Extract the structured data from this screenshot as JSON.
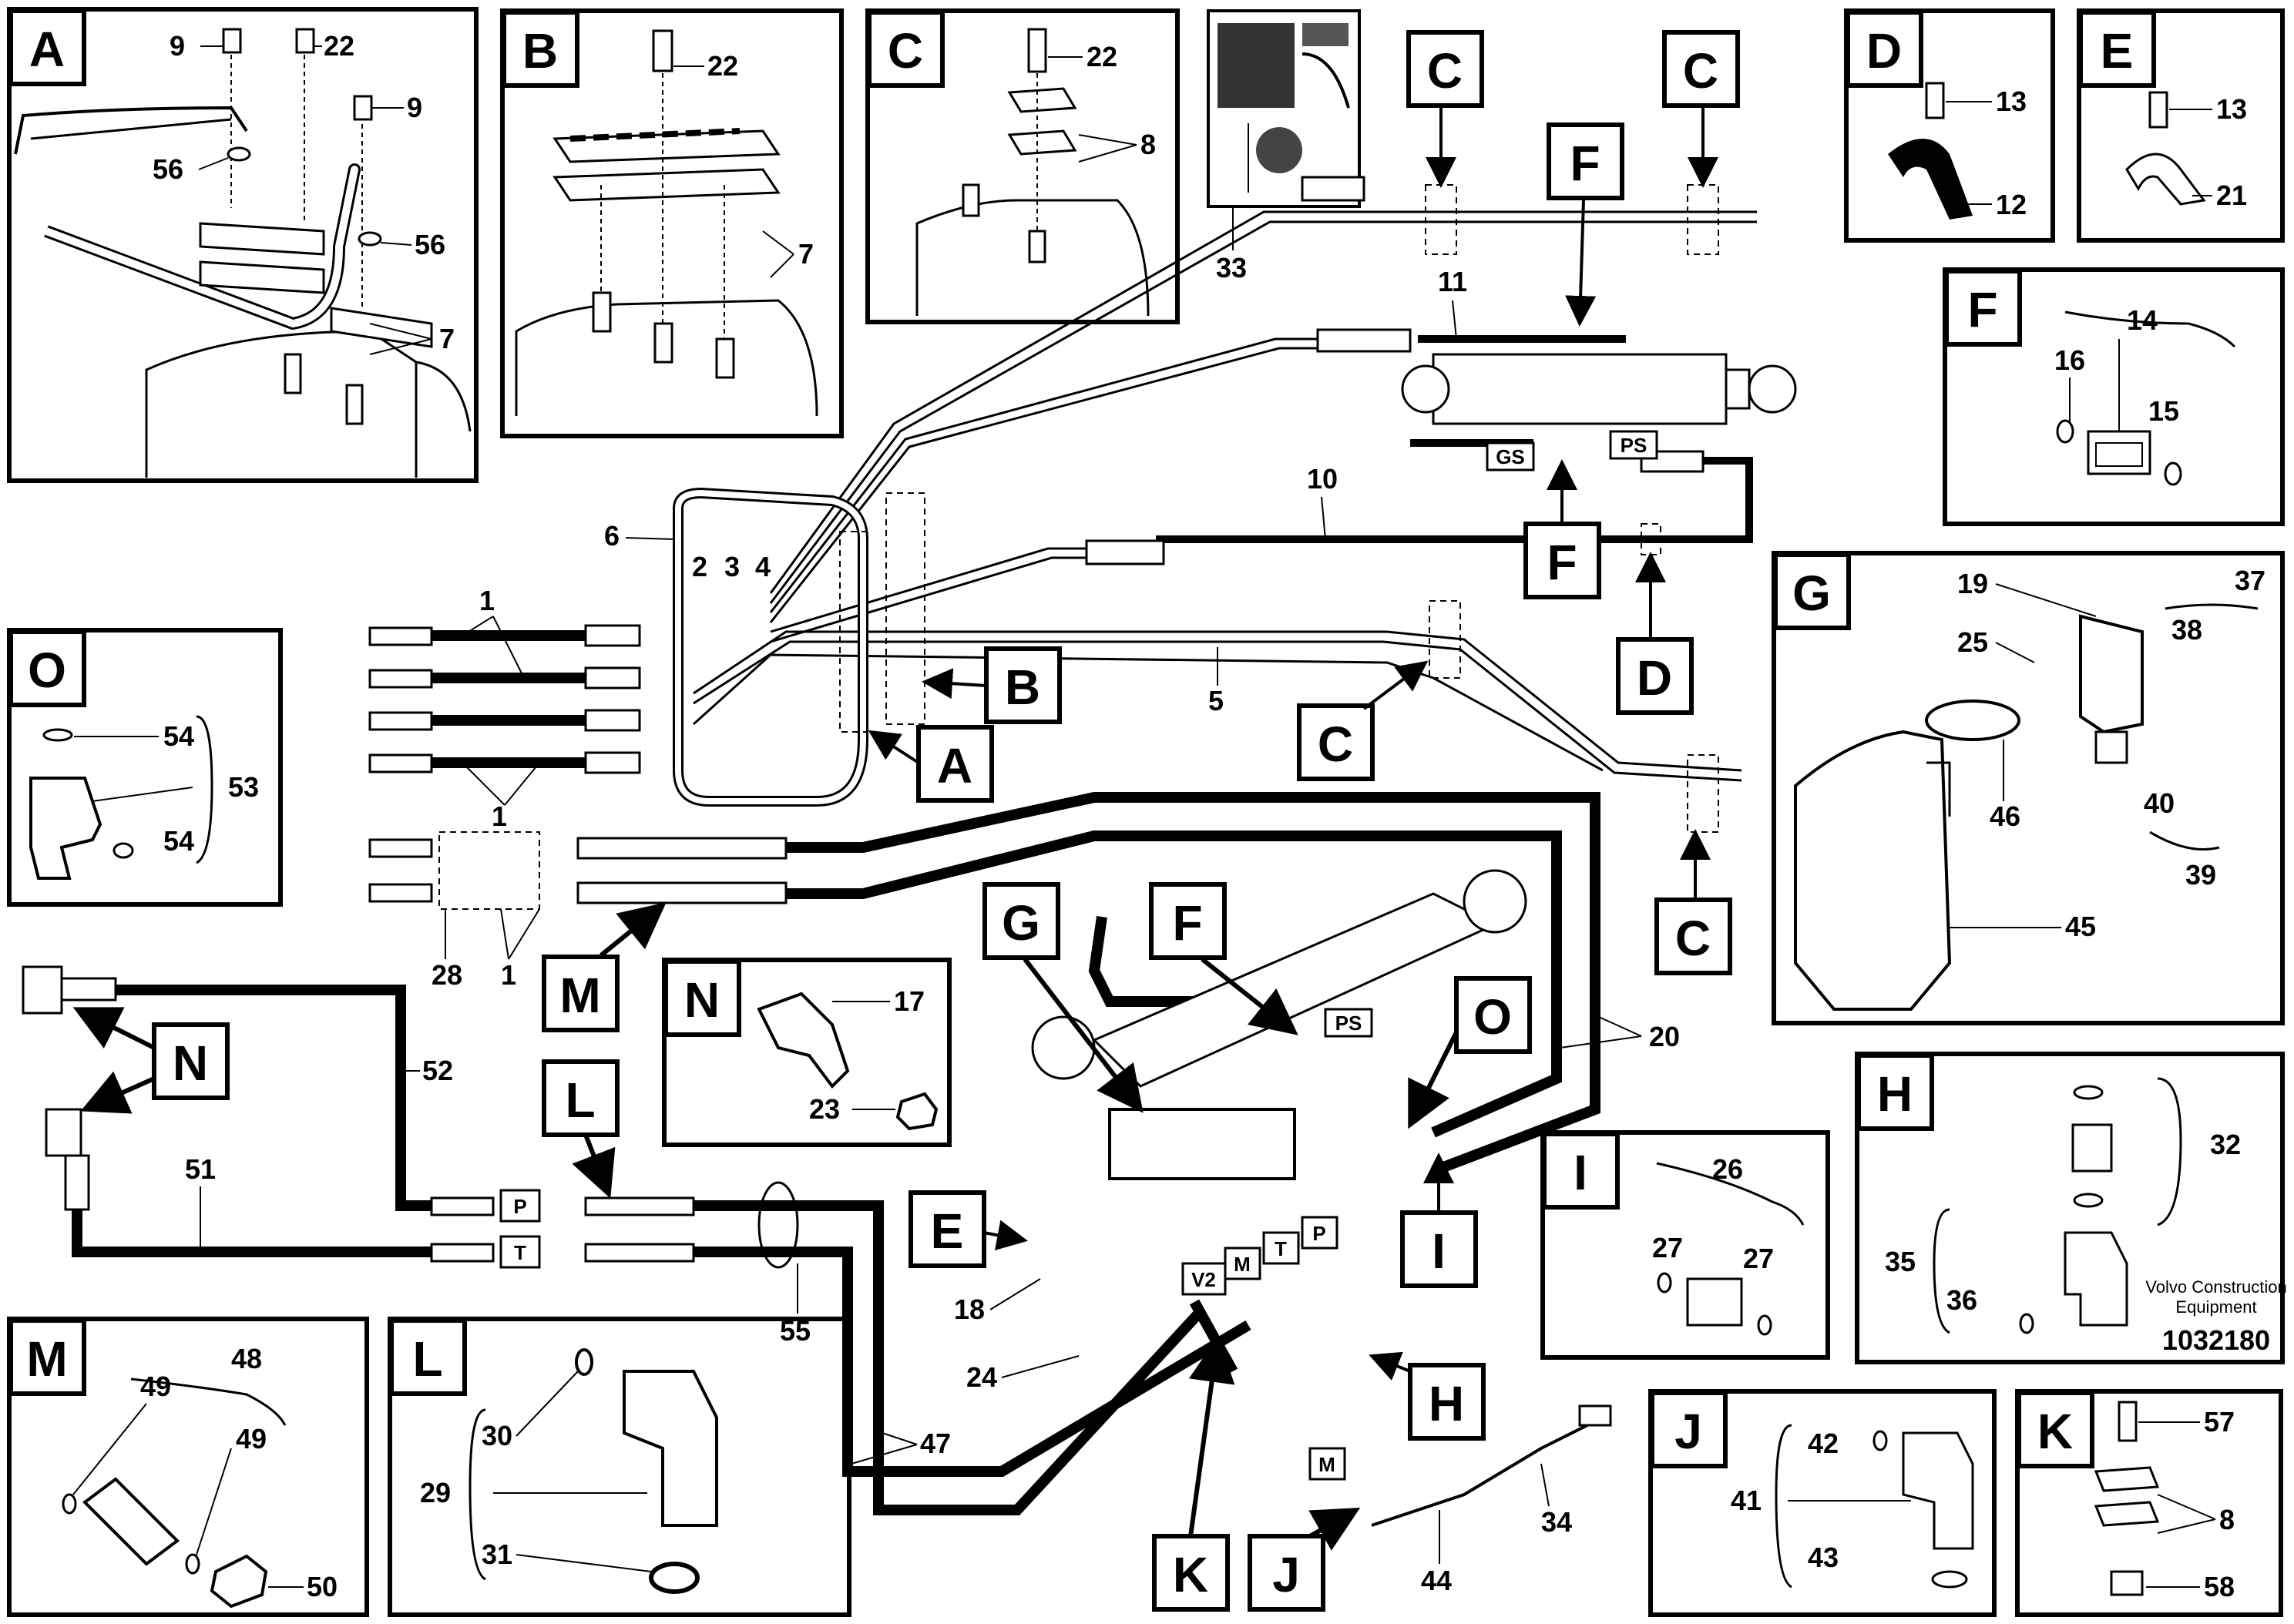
{
  "callouts": {
    "panels": {
      "A": [
        "9",
        "22",
        "9",
        "56",
        "56",
        "7"
      ],
      "B": [
        "22",
        "7"
      ],
      "C": [
        "22",
        "8"
      ],
      "D": [
        "13",
        "12"
      ],
      "E": [
        "13",
        "21"
      ],
      "F": [
        "14",
        "16",
        "15"
      ],
      "G": [
        "19",
        "37",
        "25",
        "38",
        "46",
        "40",
        "39",
        "45"
      ],
      "H": [
        "32",
        "35",
        "36"
      ],
      "I": [
        "26",
        "27",
        "27"
      ],
      "J": [
        "42",
        "41",
        "43"
      ],
      "K": [
        "30",
        "29",
        "31"
      ],
      "L": [
        "48",
        "49",
        "49",
        "50"
      ],
      "M": [
        "17",
        "23"
      ],
      "N": [
        "54",
        "53",
        "54"
      ],
      "O": [
        "57",
        "8",
        "58"
      ]
    },
    "main": [
      "33",
      "11",
      "10",
      "6",
      "2",
      "3",
      "4",
      "1",
      "1",
      "1",
      "5",
      "28",
      "52",
      "51",
      "20",
      "18",
      "24",
      "47",
      "55",
      "34",
      "44"
    ]
  },
  "panel_letters": [
    "A",
    "B",
    "C",
    "D",
    "E",
    "F",
    "G",
    "H",
    "I",
    "J",
    "K",
    "L",
    "M",
    "N",
    "O"
  ],
  "main_letters": [
    "C",
    "C",
    "F",
    "F",
    "D",
    "C",
    "C",
    "B",
    "A",
    "G",
    "F",
    "O",
    "L",
    "N",
    "M",
    "E",
    "I",
    "H",
    "J",
    "K"
  ],
  "port_tags": {
    "ps": "PS",
    "gs": "GS",
    "p": "P",
    "t": "T",
    "v2": "V2",
    "m": "M"
  },
  "branding": {
    "company_line1": "Volvo Construction",
    "company_line2": "Equipment",
    "doc_number": "1032180"
  }
}
